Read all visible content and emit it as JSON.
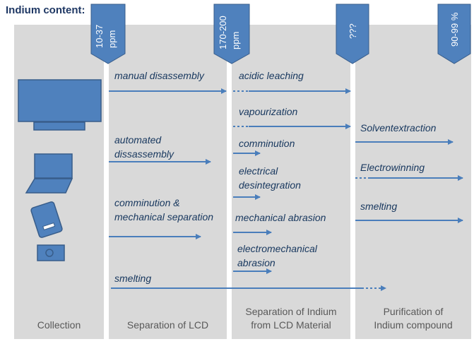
{
  "title": "Indium content:",
  "columns": [
    "Collection",
    "Separation of LCD",
    "Separation of Indium\nfrom LCD Material",
    "Purification of\nIndium compound"
  ],
  "content_markers": [
    "10-37\nppm",
    "170-200\nppm",
    "???",
    "90-99 %"
  ],
  "process_labels": {
    "manual_disassembly": "manual  disassembly",
    "automated_disassembly": "automated\ndissassembly",
    "comminution_mech_sep": "comminution &\nmechanical separation",
    "smelting_1": "smelting",
    "acidic_leaching": "acidic leaching",
    "vapourization": "vapourization",
    "comminution": "comminution",
    "electrical_desintegration": "electrical\ndesintegration",
    "mechanical_abrasion": "mechanical abrasion",
    "electromechanical_abrasion": "electromechanical\nabrasion",
    "solventextraction": "Solventextraction",
    "electrowinning": "Electrowinning",
    "smelting_2": "smelting"
  },
  "device_icons": [
    "monitor-icon",
    "laptop-icon",
    "phone-icon",
    "camera-icon"
  ],
  "colors": {
    "arrow": "#4a7ebb",
    "icon_fill": "#4f81bd",
    "icon_stroke": "#385d8a",
    "column_bg": "#d9d9d9",
    "label_text": "#17375e",
    "title_text": "#1f3864"
  }
}
